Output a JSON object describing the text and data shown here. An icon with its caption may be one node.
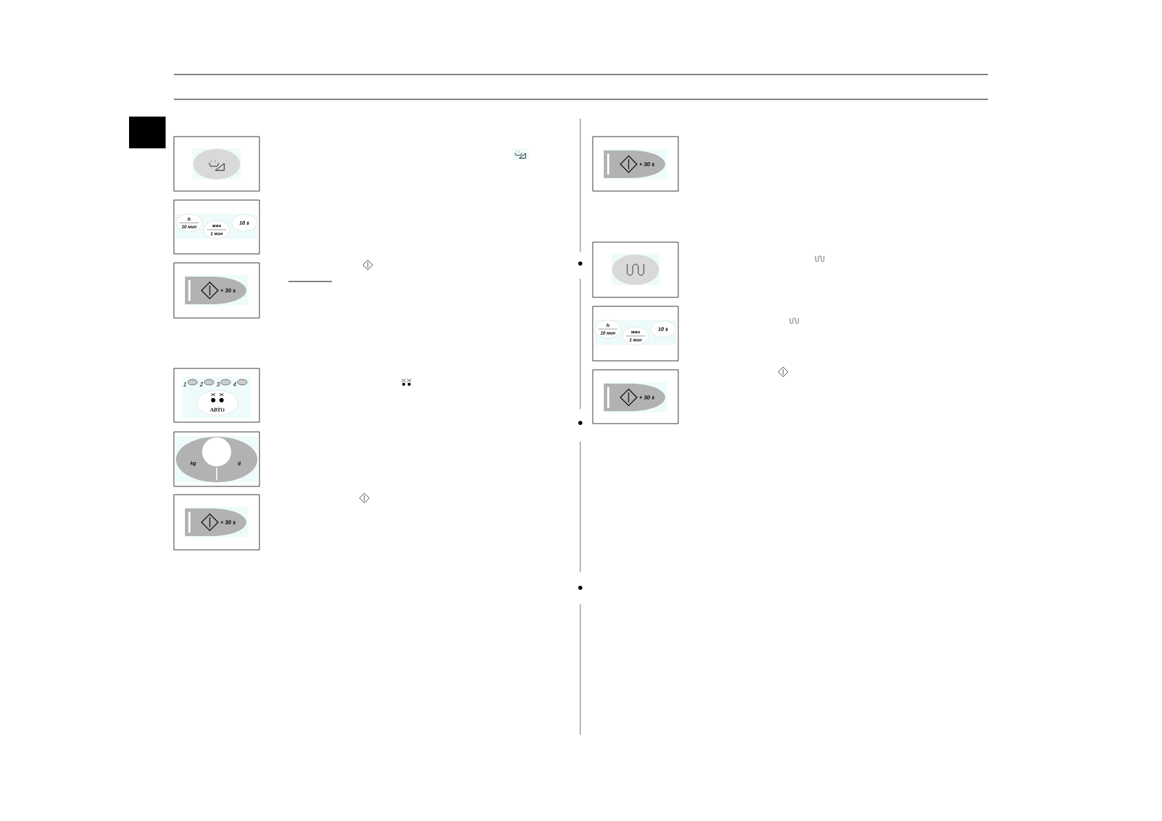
{
  "diagram": {
    "nodes": [
      {
        "text": [],
        "shape": "box"
      },
      {
        "text": [
          "h",
          "10 мин",
          "мин",
          "1 мин",
          "10 s"
        ]
      },
      {
        "text": [
          "+ 30 s"
        ]
      },
      {
        "text": [
          "1",
          "2",
          "3",
          "4",
          "АВТО"
        ]
      },
      {
        "text": [
          "kg",
          "g"
        ]
      },
      {
        "text": [
          "+ 30 s"
        ]
      },
      {
        "text": [
          "+ 30 s"
        ]
      },
      {
        "text": [],
        "shape": "box"
      },
      {
        "text": [
          "h",
          "10 мин",
          "мин",
          "1 мин",
          "10 s"
        ]
      },
      {
        "text": [
          "+ 30 s"
        ]
      }
    ]
  }
}
